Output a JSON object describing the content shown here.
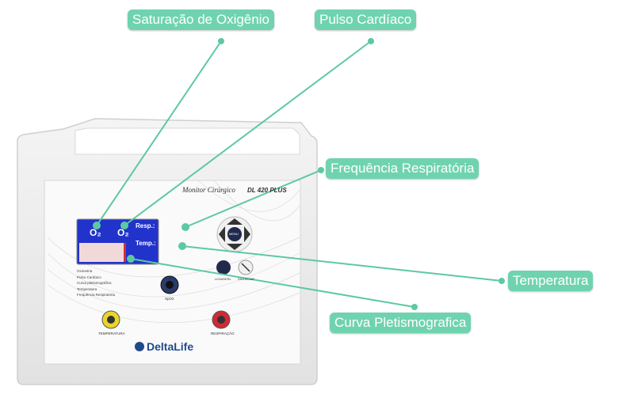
{
  "callouts": {
    "saturacao": "Saturação de Oxigênio",
    "pulso": "Pulso Cardíaco",
    "frequencia": "Frequência Respiratória",
    "temperatura": "Temperatura",
    "curva": "Curva Pletismografica"
  },
  "device": {
    "model_script": "Monitor Cirúrgico",
    "model": "DL 420 PLUS",
    "brand": "DeltaLife",
    "menu_label": "MENU",
    "btn_power_label": "LIGA/DESL",
    "btn_mute_label": "SILENCIAR",
    "screen": {
      "o2_a": "O₂",
      "o2_b": "O₂",
      "resp_label": "Resp.:",
      "temp_label": "Temp.:"
    },
    "legend": [
      "Oximetria",
      "Pulso Cardíaco",
      "Curva pletismográfica",
      "Temperatura",
      "Frequência Respiratória"
    ],
    "port_spo2": "SpO2",
    "port_temp": "TEMPERATURA",
    "port_resp": "RESPIRAÇÃO"
  },
  "colors": {
    "callout": "#6fd3b0",
    "leader": "#5cc9a2",
    "screen": "#2233cc"
  }
}
